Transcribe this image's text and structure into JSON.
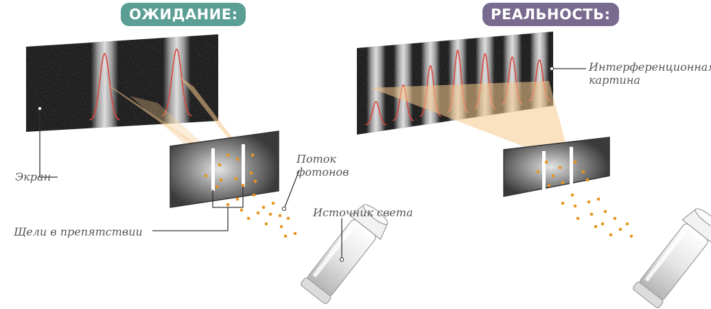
{
  "headings": {
    "expectation": "ОЖИДАНИЕ:",
    "reality": "РЕАЛЬНОСТЬ:"
  },
  "labels": {
    "screen": "Экран",
    "photon_flow_line1": "Поток",
    "photon_flow_line2": "фотонов",
    "light_source": "Источник света",
    "slits": "Щели в препятствии",
    "interference_line1": "Интерференционная",
    "interference_line2": "картина"
  },
  "colors": {
    "expectation_badge": "#5a9e94",
    "reality_badge": "#786b8f",
    "photon": "#e8951e",
    "curve": "#d9473c",
    "beam": "#f5c88a"
  },
  "expectation_pattern": {
    "bands": 2,
    "curve_heights": [
      1,
      1
    ]
  },
  "reality_pattern": {
    "bands": 7,
    "curve_heights": [
      0.35,
      0.55,
      0.8,
      1.0,
      0.9,
      0.8,
      0.7
    ]
  }
}
